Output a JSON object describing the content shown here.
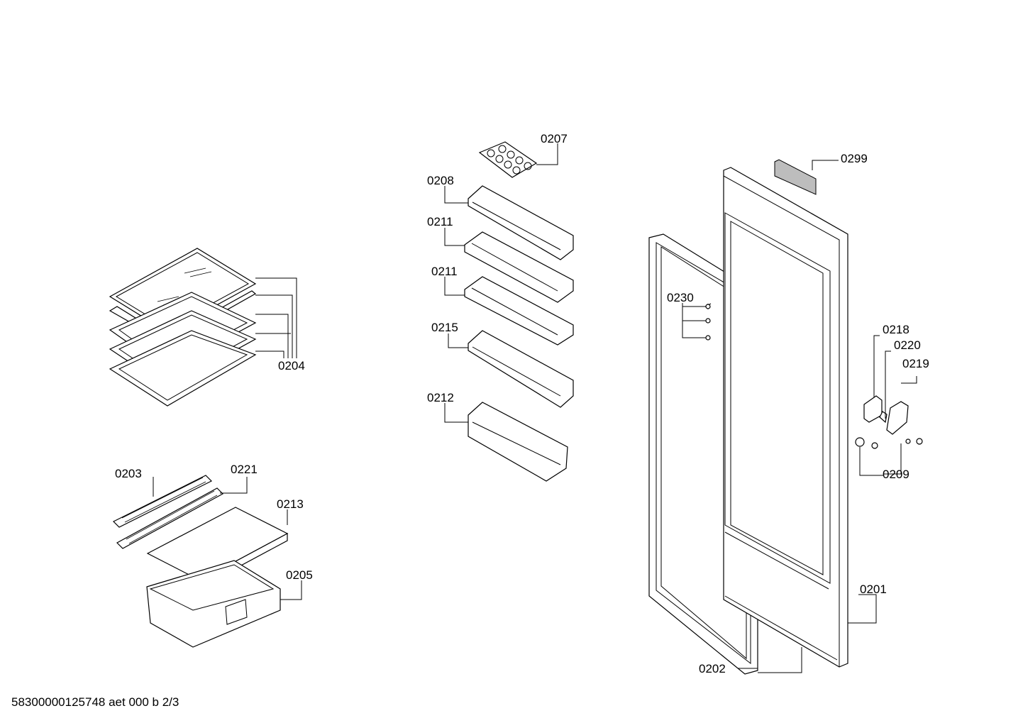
{
  "footer": {
    "doc_id": "58300000125748 aet 000 b 2/3"
  },
  "labels": {
    "p0299": "0299",
    "p0207": "0207",
    "p0208": "0208",
    "p0211a": "0211",
    "p0211b": "0211",
    "p0215": "0215",
    "p0212": "0212",
    "p0230": "0230",
    "p0218": "0218",
    "p0220": "0220",
    "p0219": "0219",
    "p0209": "0209",
    "p0204": "0204",
    "p0203": "0203",
    "p0221": "0221",
    "p0213": "0213",
    "p0205": "0205",
    "p0201": "0201",
    "p0202": "0202"
  }
}
